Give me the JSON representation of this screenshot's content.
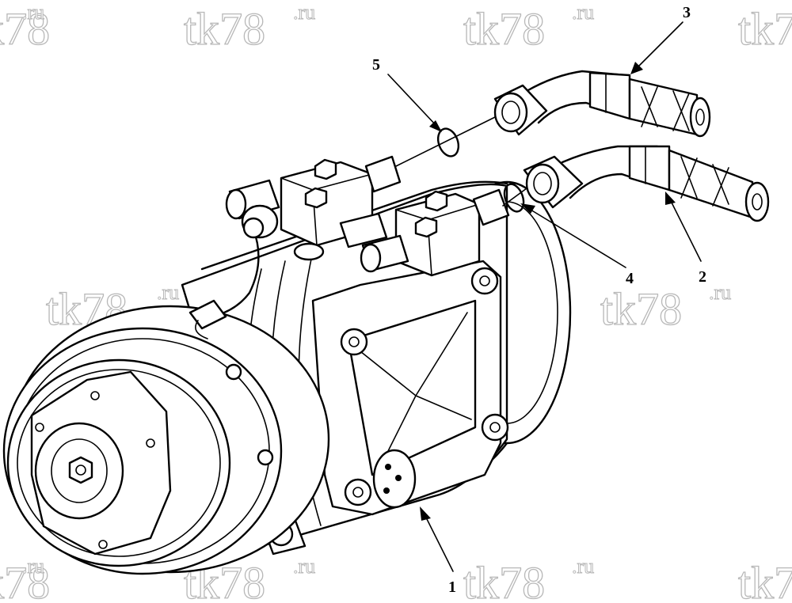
{
  "watermark": {
    "main": "tk78",
    "sup": ".ru"
  },
  "callouts": [
    {
      "id": "1",
      "label": "1"
    },
    {
      "id": "2",
      "label": "2"
    },
    {
      "id": "3",
      "label": "3"
    },
    {
      "id": "4",
      "label": "4"
    },
    {
      "id": "5",
      "label": "5"
    }
  ],
  "colors": {
    "line": "#000000",
    "watermark": "#b8b8b8",
    "background": "#ffffff"
  }
}
